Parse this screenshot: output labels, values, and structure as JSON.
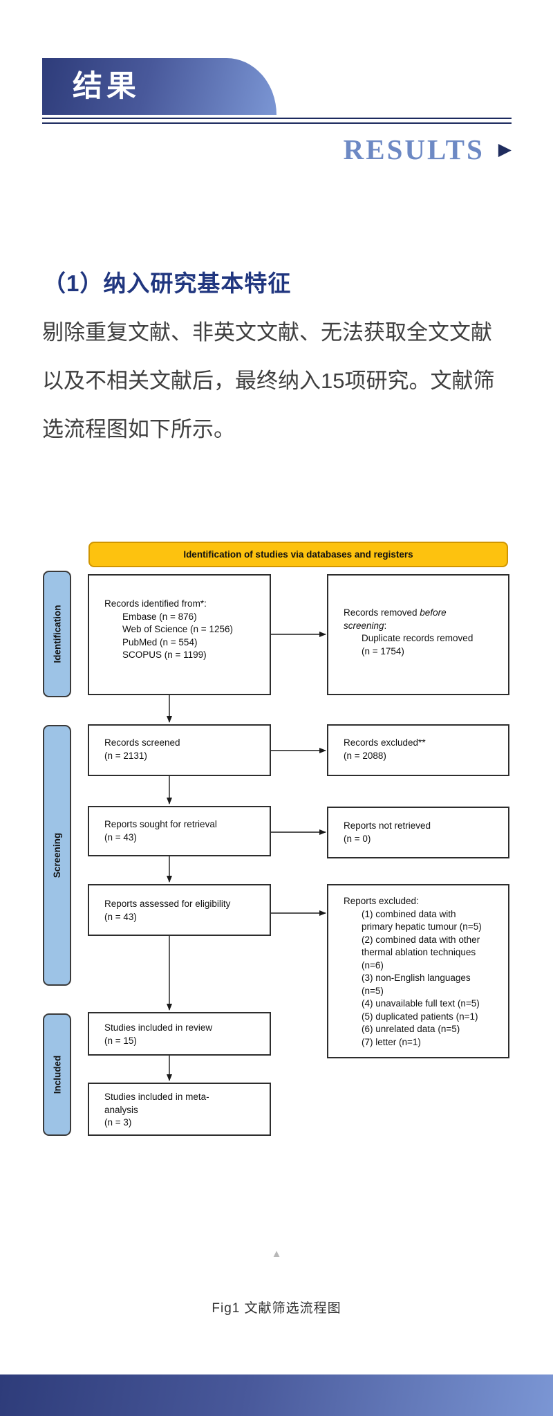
{
  "page": {
    "banner_title": "结果",
    "results_label": "RESULTS",
    "results_arrow_icon": "▶",
    "section_heading": "（1）纳入研究基本特征",
    "paragraph_lines": [
      "剔除重复文献、非英文文献、无法获取全文文献",
      "以及不相关文献后，最终纳入15项研究。文献筛",
      "选流程图如下所示。"
    ],
    "scroll_hint_icon": "▲",
    "caption": "Fig1 文献筛选流程图"
  },
  "flowchart": {
    "header": "Identification of studies via databases and registers",
    "stages": {
      "identification": "Identification",
      "screening": "Screening",
      "included": "Included"
    },
    "boxes": {
      "identified": {
        "title": "Records identified from*:",
        "items": [
          "Embase (n = 876)",
          "Web of Science (n = 1256)",
          "PubMed (n = 554)",
          "SCOPUS (n = 1199)"
        ]
      },
      "removed": {
        "normal1": "Records removed ",
        "italic1": "before",
        "italic2": "screening",
        "normal2": ":",
        "items": [
          "Duplicate records removed",
          "(n = 1754)"
        ]
      },
      "screened": {
        "lines": [
          "Records screened",
          "(n = 2131)"
        ]
      },
      "excluded": {
        "lines": [
          "Records excluded**",
          "(n = 2088)"
        ]
      },
      "sought": {
        "lines": [
          "Reports sought for retrieval",
          "(n = 43)"
        ]
      },
      "not_retrieved": {
        "lines": [
          "Reports not retrieved",
          "(n = 0)"
        ]
      },
      "assessed": {
        "lines": [
          "Reports assessed for eligibility",
          "(n = 43)"
        ]
      },
      "reports_excluded": {
        "title": "Reports excluded:",
        "items": [
          "(1) combined data with",
          "primary hepatic tumour (n=5)",
          "(2) combined data with other",
          "thermal ablation techniques",
          "(n=6)",
          "(3) non-English languages",
          "(n=5)",
          "(4) unavailable full text (n=5)",
          "(5) duplicated patients (n=1)",
          "(6) unrelated data (n=5)",
          "(7) letter (n=1)"
        ]
      },
      "included_review": {
        "lines": [
          "Studies included in review",
          "(n = 15)"
        ]
      },
      "included_meta": {
        "lines": [
          "Studies included in meta-",
          "analysis",
          "(n = 3)"
        ]
      }
    }
  },
  "colors": {
    "banner_gradient_start": "#2e3c7a",
    "banner_gradient_end": "#7b96d4",
    "rule": "#1c2a5e",
    "results_text": "#6d89c4",
    "heading": "#20367f",
    "body_text": "#3f3f3f",
    "flow_header_fill": "#fdc20f",
    "flow_header_border": "#d09500",
    "stage_fill": "#9dc3e6",
    "box_border": "#2d2d2d"
  }
}
